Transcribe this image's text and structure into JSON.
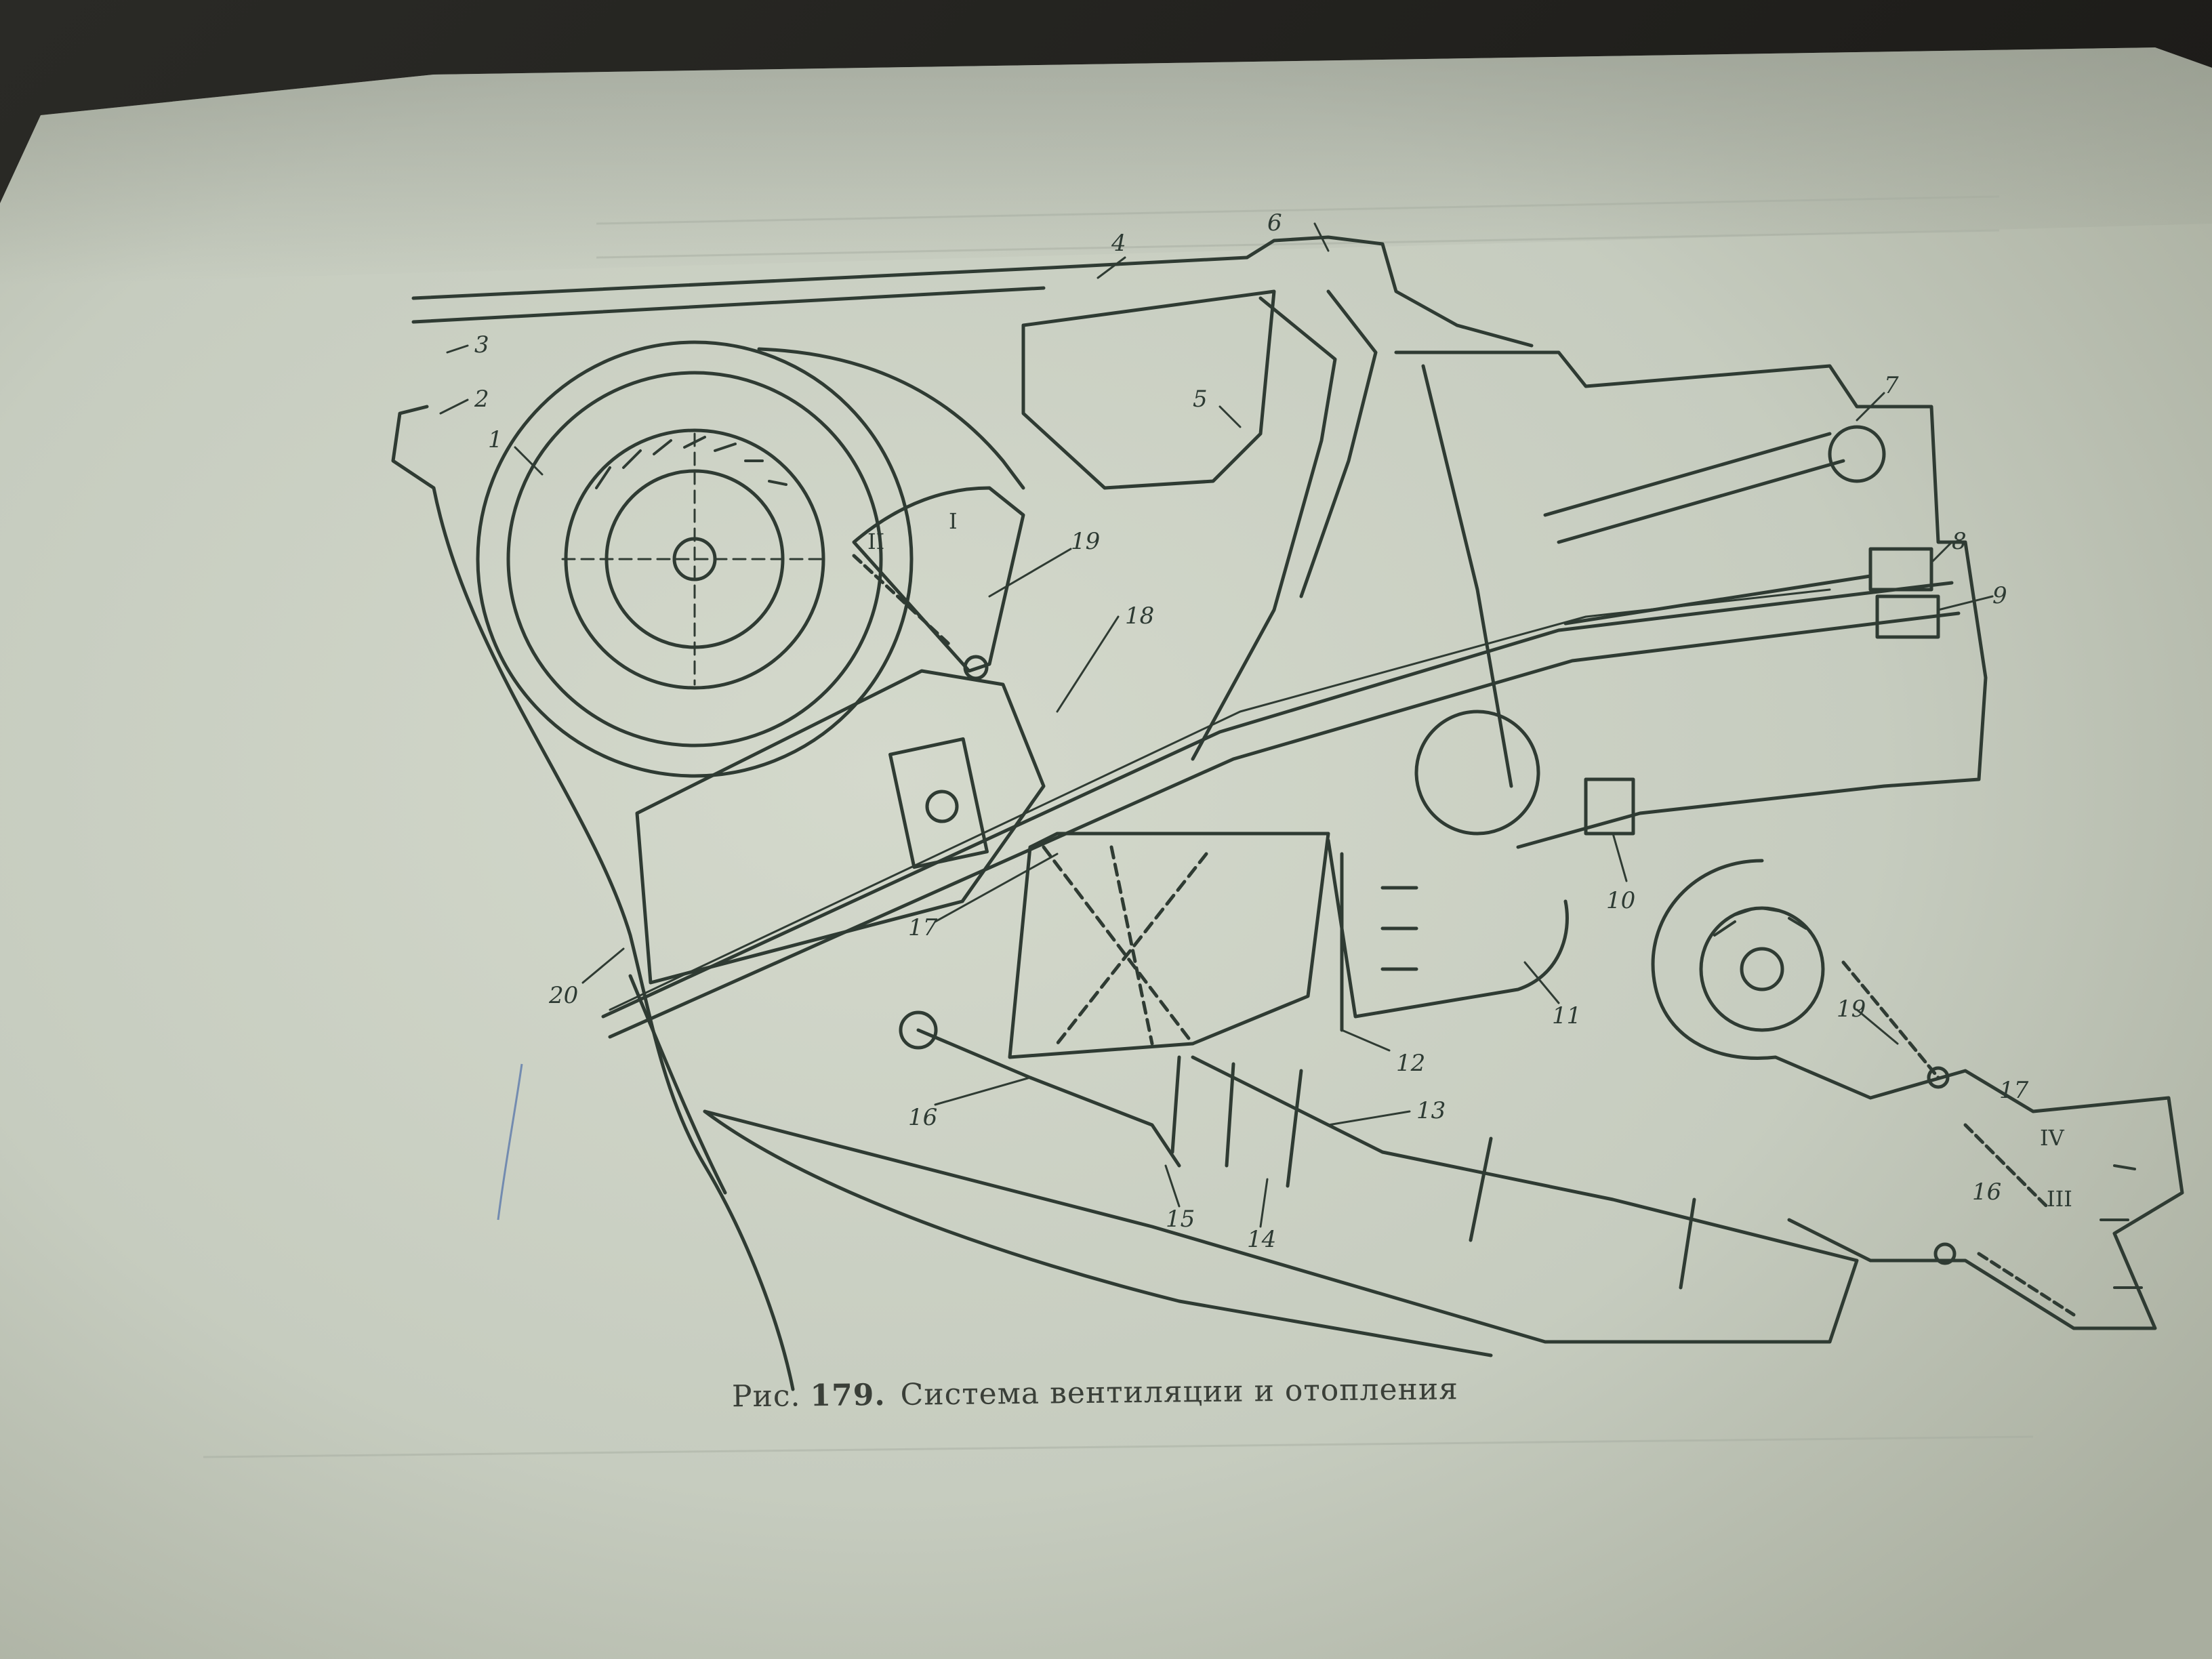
{
  "figure": {
    "caption_prefix": "Рис.",
    "caption_number": "179.",
    "caption_text": "Система вентиляции и отопления"
  },
  "callouts": [
    {
      "id": "c1",
      "label": "1"
    },
    {
      "id": "c2",
      "label": "2"
    },
    {
      "id": "c3",
      "label": "3"
    },
    {
      "id": "c4",
      "label": "4"
    },
    {
      "id": "c5",
      "label": "5"
    },
    {
      "id": "c6",
      "label": "6"
    },
    {
      "id": "c7",
      "label": "7"
    },
    {
      "id": "c8",
      "label": "8"
    },
    {
      "id": "c9",
      "label": "9"
    },
    {
      "id": "c10",
      "label": "10"
    },
    {
      "id": "c11",
      "label": "11"
    },
    {
      "id": "c12",
      "label": "12"
    },
    {
      "id": "c13",
      "label": "13"
    },
    {
      "id": "c14",
      "label": "14"
    },
    {
      "id": "c15",
      "label": "15"
    },
    {
      "id": "c16",
      "label": "16"
    },
    {
      "id": "c17",
      "label": "17"
    },
    {
      "id": "c18",
      "label": "18"
    },
    {
      "id": "c19",
      "label": "19"
    },
    {
      "id": "c20",
      "label": "20"
    },
    {
      "id": "c16b",
      "label": "16"
    },
    {
      "id": "c17b",
      "label": "17"
    },
    {
      "id": "c19b",
      "label": "19"
    }
  ],
  "flap_positions": [
    {
      "id": "pI",
      "label": "I"
    },
    {
      "id": "pII",
      "label": "II"
    },
    {
      "id": "pIII",
      "label": "III"
    },
    {
      "id": "pIV",
      "label": "IV"
    }
  ],
  "colors": {
    "paper": "#cdd3c6",
    "ink": "#2d3a33",
    "background": "#1a1a18"
  }
}
